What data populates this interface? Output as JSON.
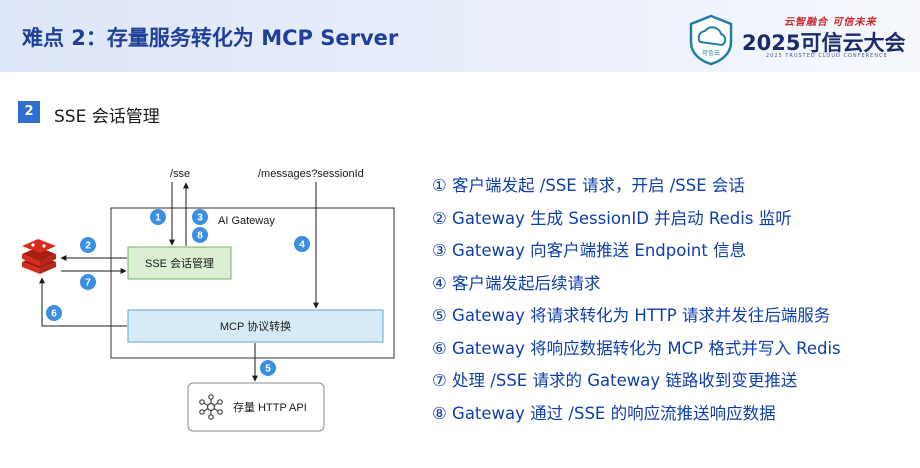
{
  "header": {
    "title": "难点 2：存量服务转化为 MCP Server",
    "logo_text": "可信云",
    "slogan": "云智融合 可信未来",
    "conference_name": "2025可信云大会",
    "conference_subtitle": "2025 TRUSTED CLOUD CONFERENCE"
  },
  "section": {
    "number": "2",
    "title": "SSE 会话管理"
  },
  "diagram": {
    "endpoint_sse": "/sse",
    "endpoint_messages": "/messages?sessionId",
    "gateway_label": "AI Gateway",
    "sse_box_label": "SSE 会话管理",
    "mcp_box_label": "MCP 协议转换",
    "api_box_label": "存量 HTTP API",
    "markers": [
      "1",
      "2",
      "3",
      "4",
      "5",
      "6",
      "7",
      "8"
    ]
  },
  "steps": [
    "① 客户端发起 /SSE 请求，开启 /SSE 会话",
    "② Gateway 生成 SessionID 并启动 Redis 监听",
    "③ Gateway 向客户端推送 Endpoint 信息",
    "④ 客户端发起后续请求",
    "⑤ Gateway 将请求转化为 HTTP 请求并发往后端服务",
    "⑥ Gateway 将响应数据转化为 MCP 格式并写入 Redis",
    "⑦ 处理 /SSE 请求的 Gateway 链路收到变更推送",
    "⑧ Gateway 通过 /SSE 的响应流推送响应数据"
  ],
  "colors": {
    "title_blue": "#1f3f99",
    "step_blue": "#0f3fa8",
    "badge_blue": "#2e6fd0",
    "marker_blue": "#3b8fe0",
    "sse_box_fill": "#dcefd3",
    "mcp_box_fill": "#d6ebf5",
    "redis_red": "#d82c20"
  }
}
